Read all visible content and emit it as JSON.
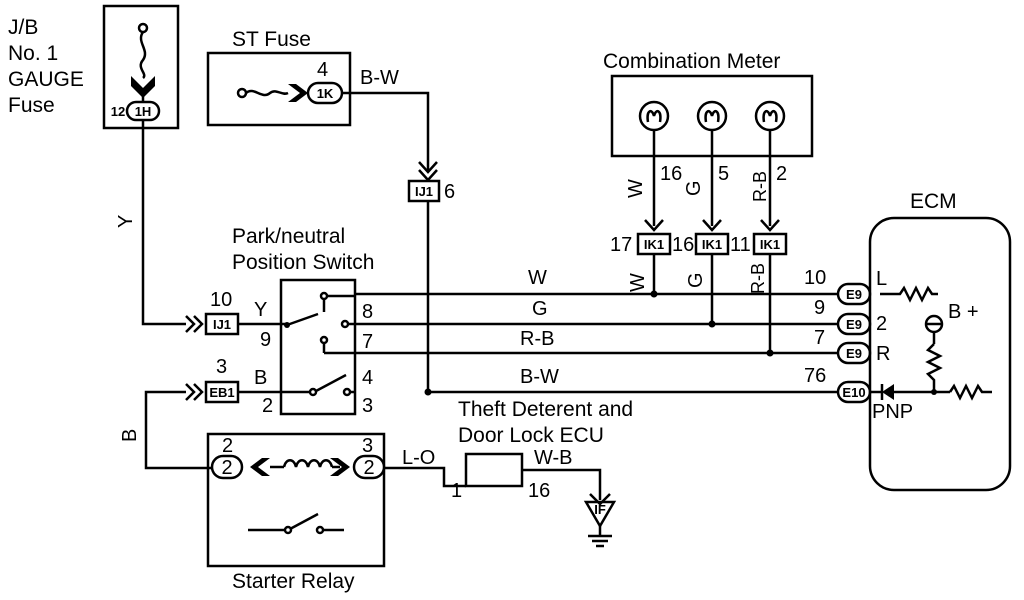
{
  "components": {
    "jb_fuse": {
      "line1": "J/B",
      "line2": "No. 1",
      "line3": "GAUGE",
      "line4": "Fuse",
      "pin": "12",
      "connector": "1H"
    },
    "st_fuse": {
      "title": "ST Fuse",
      "pin": "4",
      "connector": "1K",
      "wire": "B-W"
    },
    "combination_meter": {
      "title": "Combination Meter"
    },
    "ecm": {
      "title": "ECM",
      "term_l": "L",
      "term_2": "2",
      "term_r": "R",
      "term_pnp": "PNP",
      "supply": "B +"
    },
    "pn_switch": {
      "line1": "Park/neutral",
      "line2": "Position Switch"
    },
    "theft_ecu": {
      "line1": "Theft Deterent and",
      "line2": "Door Lock ECU",
      "pin_in": "1",
      "pin_out": "16"
    },
    "starter_relay": {
      "title": "Starter Relay",
      "pin_left": "2",
      "pin_right": "3",
      "term_left": "2",
      "term_right": "2"
    }
  },
  "connectors": {
    "ij1_top": {
      "id": "IJ1",
      "pin": "6"
    },
    "ij1_left": {
      "id": "IJ1",
      "pin": "10",
      "wire": "Y"
    },
    "eb1": {
      "id": "EB1",
      "pin": "3",
      "wire": "B"
    },
    "ik1_a": {
      "id": "IK1",
      "pin": "17"
    },
    "ik1_b": {
      "id": "IK1",
      "pin": "16"
    },
    "ik1_c": {
      "id": "IK1",
      "pin": "11"
    },
    "e9_a": {
      "id": "E9",
      "pin": "10"
    },
    "e9_b": {
      "id": "E9",
      "pin": "9"
    },
    "e9_c": {
      "id": "E9",
      "pin": "7"
    },
    "e10": {
      "id": "E10",
      "pin": "76"
    },
    "if": {
      "id": "IF"
    }
  },
  "meter_pins": {
    "p1": "16",
    "p2": "5",
    "p3": "2"
  },
  "switch_pins": {
    "p8": "8",
    "p9": "9",
    "p7": "7",
    "p4": "4",
    "p2": "2",
    "p3": "3"
  },
  "wires": {
    "y_vert": "Y",
    "b_vert": "B",
    "w_top": "W",
    "g_top": "G",
    "rb_top": "R-B",
    "w_low": "W",
    "g_low": "G",
    "rb_low": "R-B",
    "w_h": "W",
    "g_h": "G",
    "rb_h": "R-B",
    "bw_h": "B-W",
    "lo": "L-O",
    "wb": "W-B"
  }
}
